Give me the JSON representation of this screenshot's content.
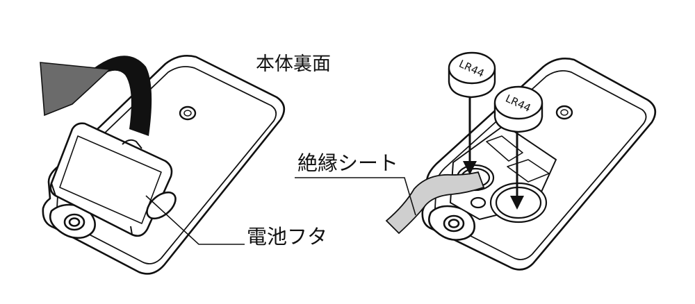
{
  "labels": {
    "body_back": "本体裏面",
    "insulation_sheet": "絶縁シート",
    "battery_lid": "電池フタ"
  },
  "battery_marking": "LR44",
  "colors": {
    "stroke": "#111111",
    "arrow_fill": "#6b6b6b",
    "sheet_fill": "#cfcfcf",
    "background": "#ffffff"
  }
}
